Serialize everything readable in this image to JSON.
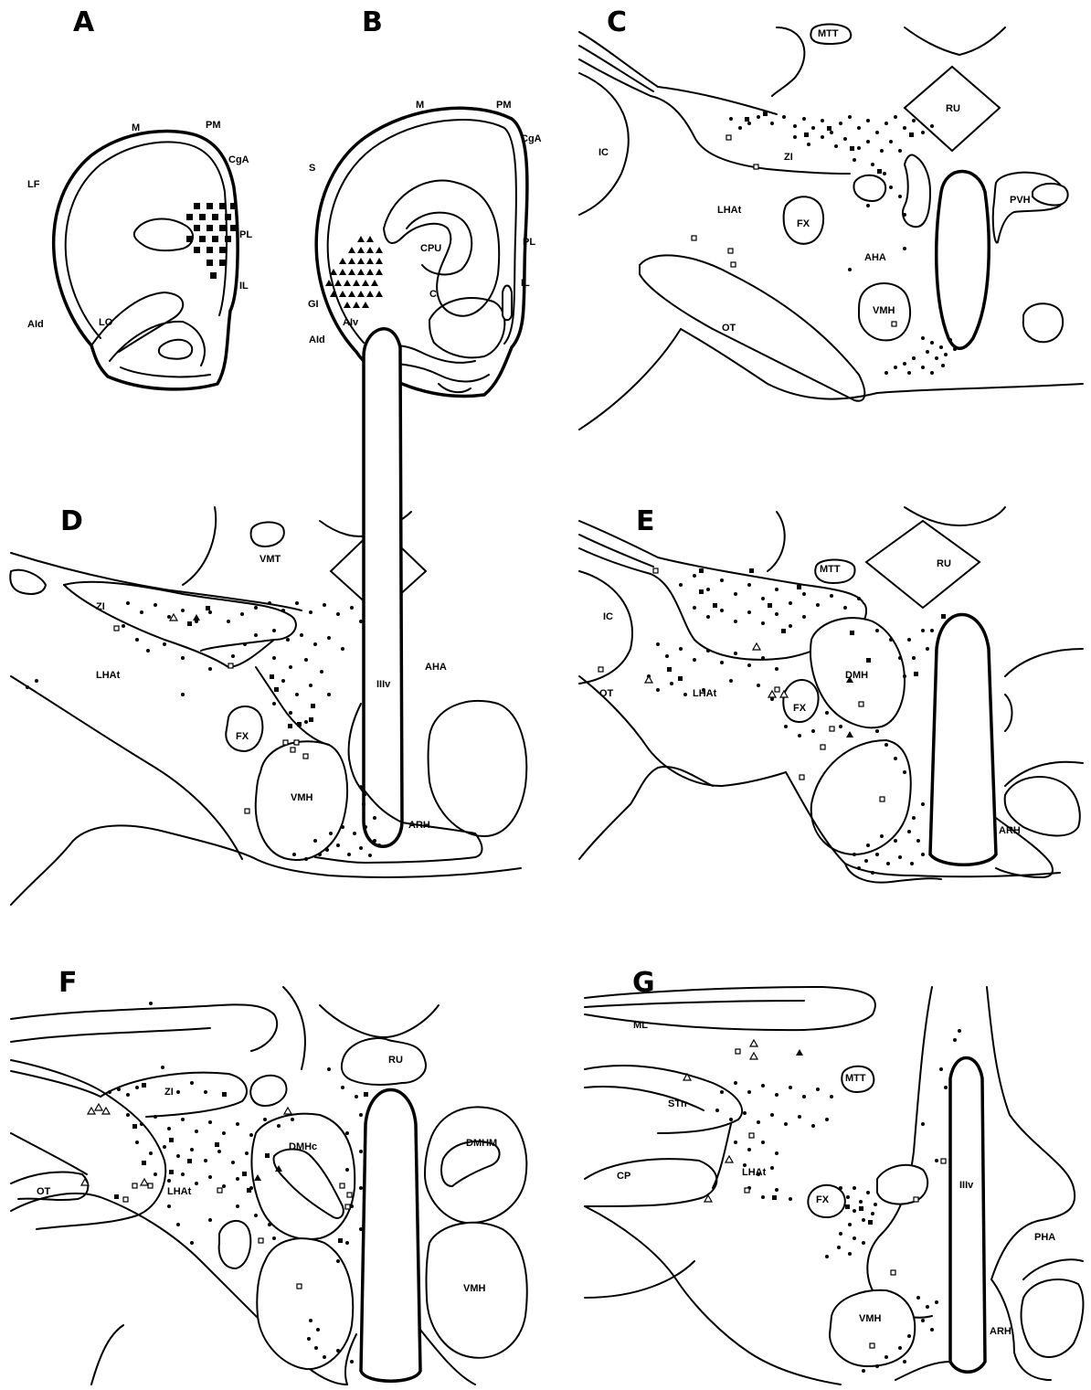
{
  "panels": [
    {
      "id": "A",
      "labels": [
        "M",
        "PM",
        "CgA",
        "LF",
        "PL",
        "IL",
        "AId",
        "LO"
      ]
    },
    {
      "id": "B",
      "labels": [
        "M",
        "PM",
        "CgA",
        "S",
        "CPU",
        "PL",
        "IL",
        "C",
        "GI",
        "AIv",
        "AId"
      ]
    },
    {
      "id": "C",
      "labels": [
        "MTT",
        "RU",
        "IC",
        "ZI",
        "PVH",
        "LHAt",
        "FX",
        "AHA",
        "OT",
        "VMH"
      ]
    },
    {
      "id": "D",
      "labels": [
        "VMT",
        "ZI",
        "LHAt",
        "AHA",
        "IIIv",
        "FX",
        "VMH",
        "ARH"
      ]
    },
    {
      "id": "E",
      "labels": [
        "MTT",
        "RU",
        "IC",
        "DMH",
        "OT",
        "LHAt",
        "FX",
        "ARH"
      ]
    },
    {
      "id": "F",
      "labels": [
        "RU",
        "ZI",
        "DMHc",
        "DMHM",
        "OT",
        "LHAt",
        "VMH"
      ]
    },
    {
      "id": "G",
      "labels": [
        "ML",
        "MTT",
        "STn",
        "CP",
        "LHAt",
        "IIIv",
        "FX",
        "PHA",
        "VMH",
        "ARH"
      ]
    }
  ]
}
